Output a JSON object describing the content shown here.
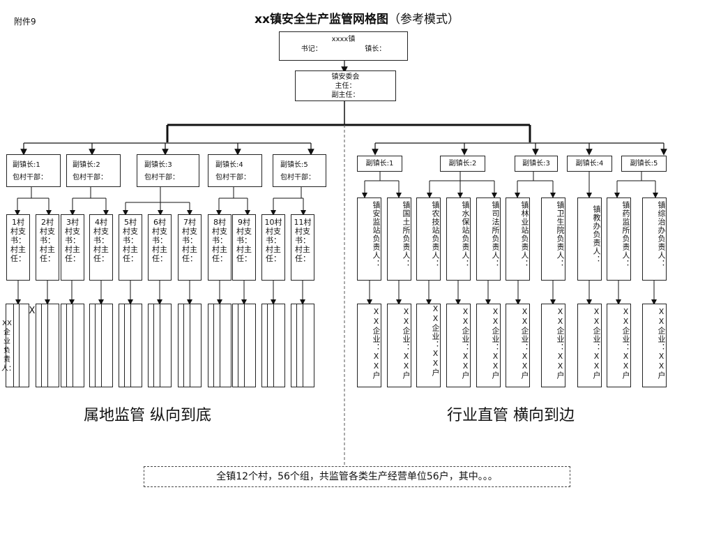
{
  "attachment": "附件9",
  "title": {
    "main": "xx镇安全生产监管网格图",
    "sub": "（参考模式）"
  },
  "top_box": {
    "line1": "xxxx镇",
    "secretary": "书记：",
    "mayor": "镇长："
  },
  "committee": {
    "line1": "镇安委会",
    "line2": "主任：",
    "line3": "副主任："
  },
  "left_deputies": [
    {
      "title": "副镇长:1",
      "sub": "包村干部："
    },
    {
      "title": "副镇长:2",
      "sub": "包村干部："
    },
    {
      "title": "副镇长:3",
      "sub": "包村干部："
    },
    {
      "title": "副镇长:4",
      "sub": "包村干部："
    },
    {
      "title": "副镇长:5",
      "sub": "包村干部："
    }
  ],
  "villages": [
    {
      "l1": "1村",
      "l2": "村支",
      "l3": "书：",
      "l4": "村主",
      "l5": "任："
    },
    {
      "l1": "2村",
      "l2": "村支",
      "l3": "书：",
      "l4": "村主",
      "l5": "任："
    },
    {
      "l1": "3村",
      "l2": "村支",
      "l3": "书：",
      "l4": "村主",
      "l5": "任："
    },
    {
      "l1": "4村",
      "l2": "村支",
      "l3": "书：",
      "l4": "村主",
      "l5": "任："
    },
    {
      "l1": "5村",
      "l2": "村支",
      "l3": "书：",
      "l4": "村主",
      "l5": "任："
    },
    {
      "l1": "6村",
      "l2": "村支",
      "l3": "书：",
      "l4": "村主",
      "l5": "任："
    },
    {
      "l1": "7村",
      "l2": "村支",
      "l3": "书：",
      "l4": "村主",
      "l5": "任："
    },
    {
      "l1": "8村",
      "l2": "村支",
      "l3": "书：",
      "l4": "村主",
      "l5": "任："
    },
    {
      "l1": "9村",
      "l2": "村支",
      "l3": "书：",
      "l4": "村主",
      "l5": "任："
    },
    {
      "l1": "10村",
      "l2": "村支",
      "l3": "书：",
      "l4": "村主",
      "l5": "任："
    },
    {
      "l1": "11村",
      "l2": "村支",
      "l3": "书：",
      "l4": "村主",
      "l5": "任："
    }
  ],
  "left_enterprise_partial": {
    "text1": "XX",
    "text2": "企",
    "text3": "业",
    "text4": "负",
    "text5": "责",
    "text6": "人："
  },
  "left_enterprise_x": "X",
  "right_deputies": [
    {
      "title": "副镇长:1"
    },
    {
      "title": "副镇长:2"
    },
    {
      "title": "副镇长:3"
    },
    {
      "title": "副镇长:4"
    },
    {
      "title": "副镇长:5"
    }
  ],
  "stations": [
    "镇安监站负责人：",
    "镇国土所负责人：",
    "镇农技站负责人：",
    "镇水保站负责人：",
    "镇司法所负责人：",
    "镇林业站负责人：",
    "镇卫生院负责人：",
    "镇教办负责人：",
    "镇药监所负责人：",
    "镇综治办负责人："
  ],
  "enterprises": [
    "XX企业：XX户",
    "XX企业：XX户",
    "XX企业：XX户",
    "XX企业：XX户",
    "XX企业：XX户",
    "XX企业：XX户",
    "XX企业：XX户",
    "XX企业：XX户",
    "XX企业：XX户",
    "XX企业：XX户"
  ],
  "slogan_left": "属地监管 纵向到底",
  "slogan_right": "行业直管 横向到边",
  "footer": "全镇12个村，56个组，共监管各类生产经营单位56户，其中。。。"
}
